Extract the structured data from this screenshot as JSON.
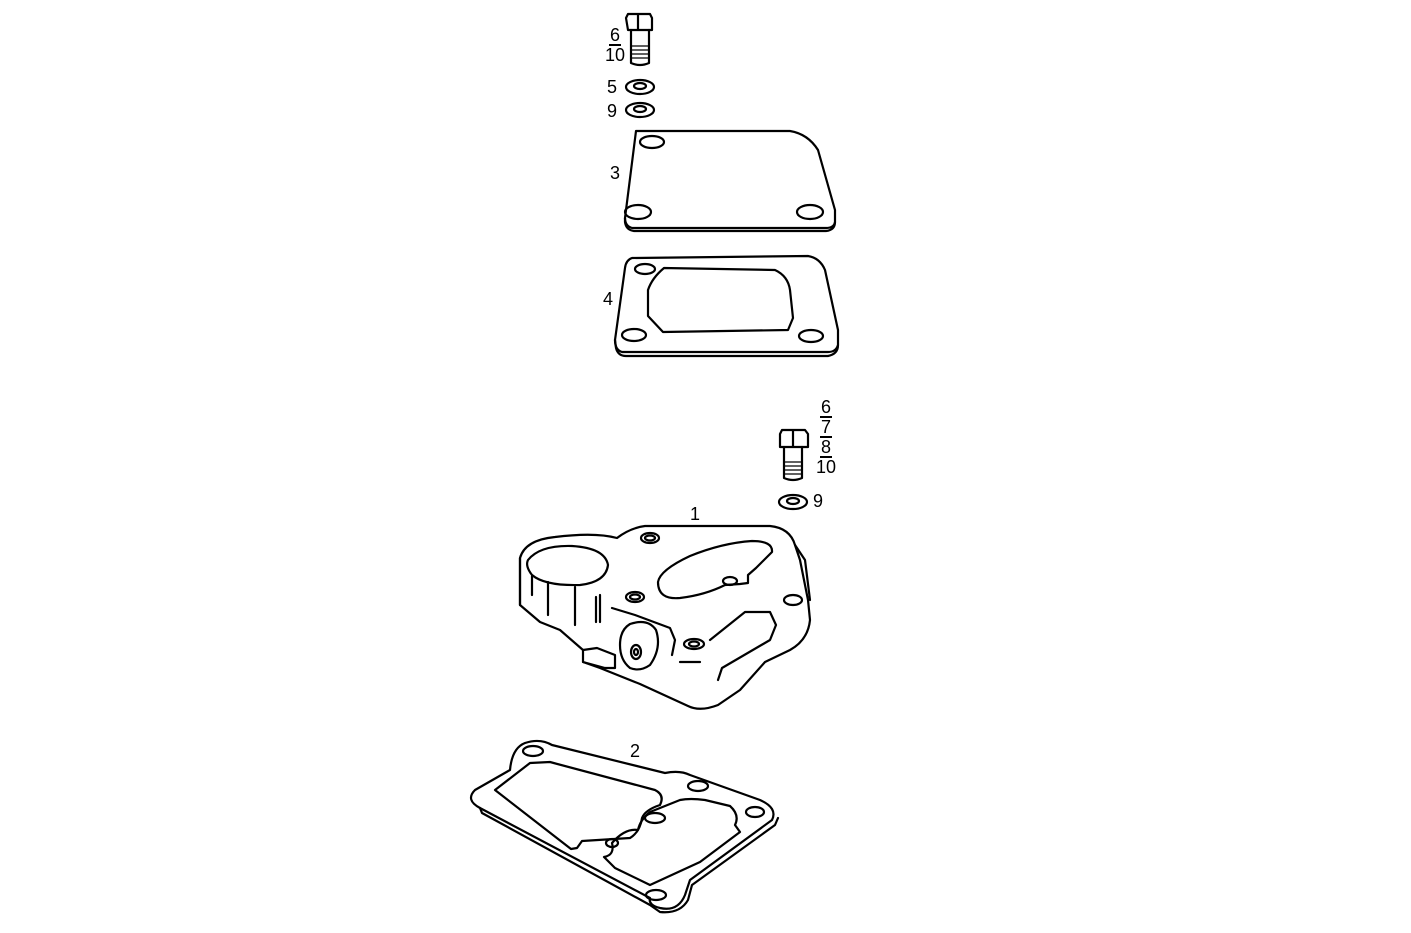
{
  "diagram": {
    "type": "exploded-parts-diagram",
    "colors": {
      "line": "#000000",
      "background": "#ffffff"
    },
    "parts": [
      {
        "id": "1",
        "label": "1",
        "name": "housing"
      },
      {
        "id": "2",
        "label": "2",
        "name": "base-gasket"
      },
      {
        "id": "3",
        "label": "3",
        "name": "cover-plate"
      },
      {
        "id": "4",
        "label": "4",
        "name": "cover-gasket"
      },
      {
        "id": "5",
        "label": "5",
        "name": "washer"
      },
      {
        "id": "9",
        "label": "9",
        "name": "washer"
      }
    ],
    "top_bolt": {
      "labels": [
        "6",
        "10"
      ]
    },
    "top_washers": {
      "labels": [
        "5",
        "9"
      ]
    },
    "side_bolt": {
      "labels": [
        "6",
        "7",
        "8",
        "10"
      ]
    },
    "side_washer": {
      "label": "9"
    }
  }
}
